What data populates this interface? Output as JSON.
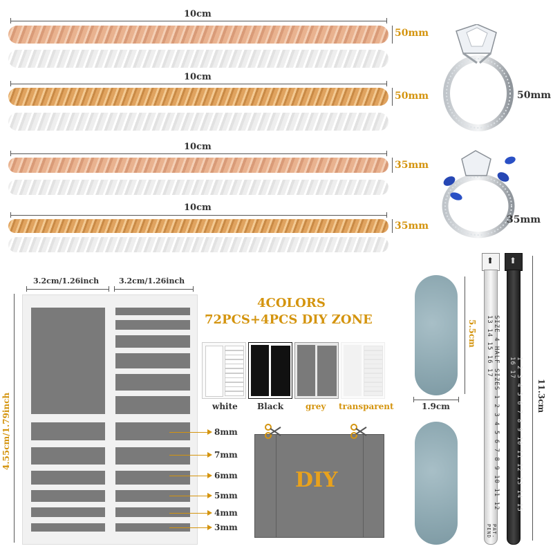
{
  "spirals": {
    "row1": {
      "length": "10cm",
      "size": "50mm"
    },
    "row2": {
      "length": "10cm",
      "size": "50mm"
    },
    "row3": {
      "length": "10cm",
      "size": "35mm"
    },
    "row4": {
      "length": "10cm",
      "size": "35mm"
    }
  },
  "rings": {
    "ring1_size": "50mm",
    "ring2_size": "35mm"
  },
  "sheet": {
    "col_width_left": "3.2cm/1.26inch",
    "col_width_right": "3.2cm/1.26inch",
    "height": "4.55cm/1.79inch",
    "pad_sizes": [
      "8mm",
      "7mm",
      "6mm",
      "5mm",
      "4mm",
      "3mm"
    ]
  },
  "colors": {
    "title_line1": "4COLORS",
    "title_line2": "72PCS+4PCS DIY ZONE",
    "swatches": [
      "white",
      "Black",
      "grey",
      "transparent"
    ],
    "accent": "#d4940e"
  },
  "diy": {
    "label": "DIY"
  },
  "emery": {
    "height": "5.5cm",
    "width": "1.9cm"
  },
  "sizer": {
    "length": "11.3cm",
    "scale_text": "SIZE 4 HALF SIZES 1 2 3 4 5 6 7 8 9 10 11 12 13 14 15 16 17",
    "black_scale": "1 2 3 4 5 6 7 8 9 10 11 12 13 14 15 16 17",
    "footer": "PAT. PEND"
  }
}
